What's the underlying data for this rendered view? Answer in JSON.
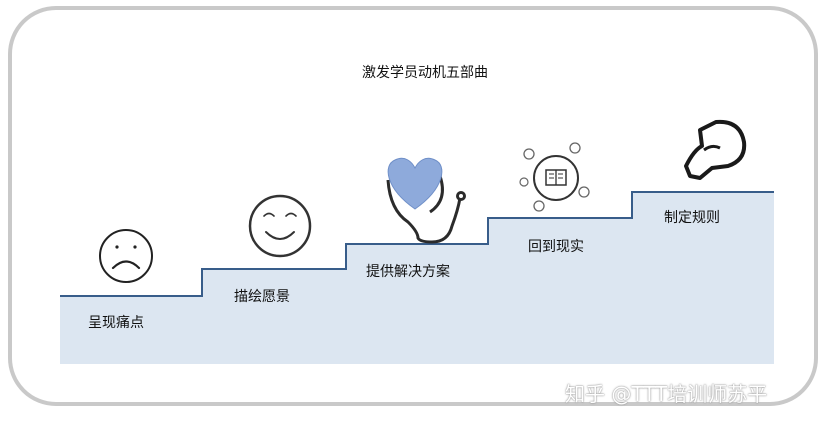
{
  "diagram": {
    "title": "激发学员动机五部曲",
    "steps": [
      {
        "label": "呈现痛点",
        "icon": "sad-face-icon"
      },
      {
        "label": "描绘愿景",
        "icon": "smiling-face-icon"
      },
      {
        "label": "提供解决方案",
        "icon": "stethoscope-heart-icon"
      },
      {
        "label": "回到现实",
        "icon": "book-people-icon"
      },
      {
        "label": "制定规则",
        "icon": "whistle-icon"
      }
    ]
  },
  "watermark": "知乎 @TTT培训师苏平",
  "colors": {
    "stair_fill": "#dce6f1",
    "stair_line": "#385d8a",
    "heart": "#8eaadb",
    "frame": "#c9c9c9"
  }
}
